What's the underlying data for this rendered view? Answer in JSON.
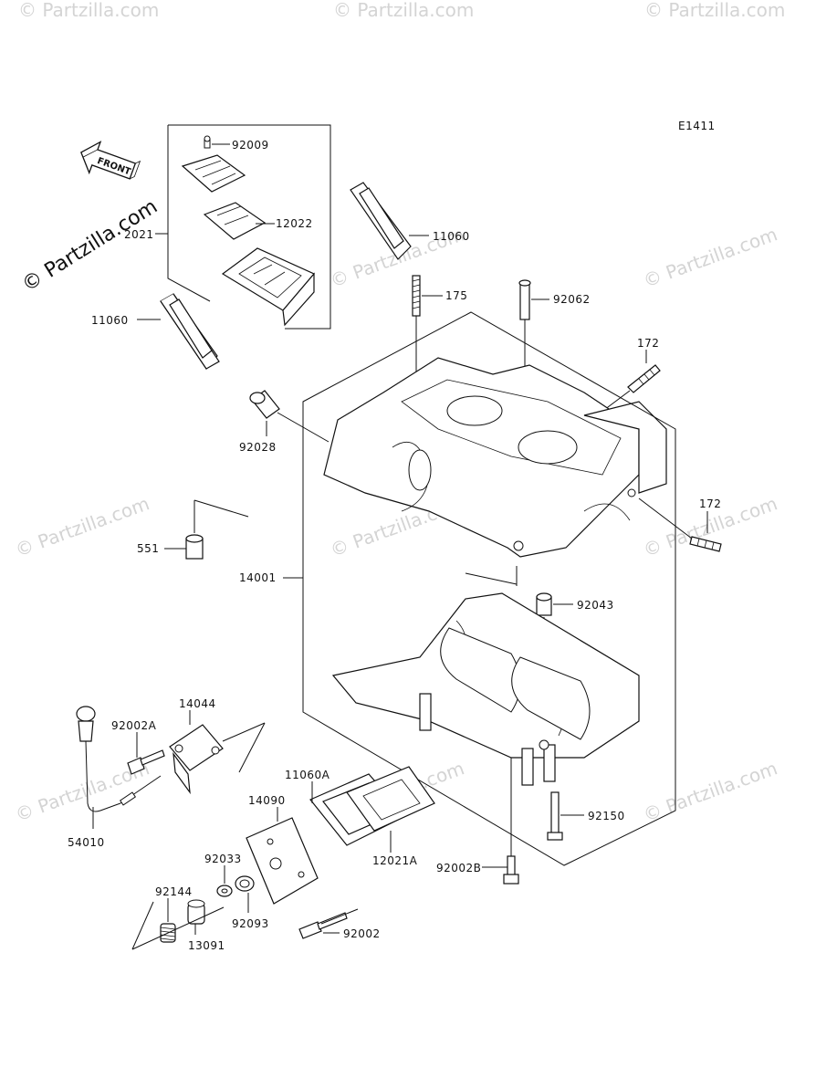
{
  "diagram_code": "E1411",
  "front_label": "FRONT",
  "watermarks": {
    "faint": "© Partzilla.com",
    "main": "© Partzilla.com"
  },
  "parts": {
    "p92009": "92009",
    "p12022": "12022",
    "p11060_top": "11060",
    "p11060_left": "11060",
    "p175": "175",
    "p92062": "92062",
    "p172_top": "172",
    "p172_right": "172",
    "p92028": "92028",
    "p551": "551",
    "p14001": "14001",
    "p92043": "92043",
    "p14044": "14044",
    "p92002A": "92002A",
    "p11060A": "11060A",
    "p14090": "14090",
    "p54010": "54010",
    "p92150": "92150",
    "p12021A": "12021A",
    "p92002B": "92002B",
    "p92033": "92033",
    "p92144": "92144",
    "p92093": "92093",
    "p13091": "13091",
    "p92002": "92002",
    "p12021_partial": "2021"
  }
}
